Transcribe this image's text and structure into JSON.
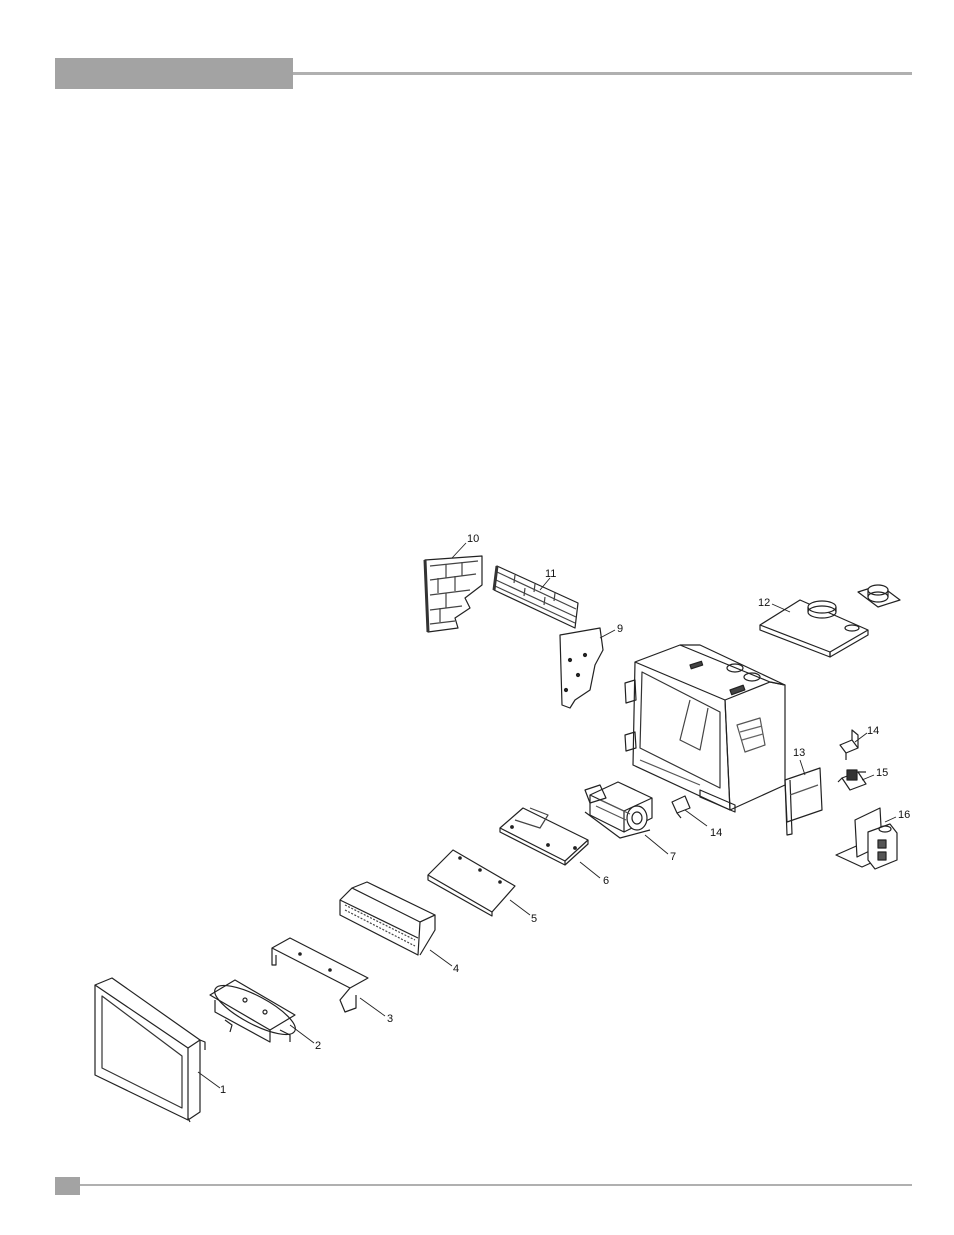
{
  "header": {
    "section_title": ""
  },
  "footer": {
    "page_number": ""
  },
  "diagram": {
    "callouts": {
      "c1": "1",
      "c2": "2",
      "c3": "3",
      "c4": "4",
      "c5": "5",
      "c6": "6",
      "c7": "7",
      "c9": "9",
      "c10": "10",
      "c11": "11",
      "c12": "12",
      "c13": "13",
      "c14a": "14",
      "c14b": "14",
      "c15": "15",
      "c16": "16"
    }
  }
}
